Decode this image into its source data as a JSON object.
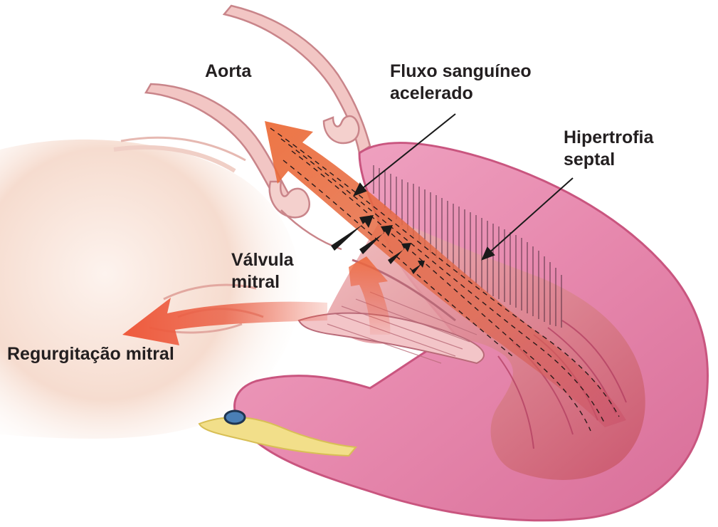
{
  "labels": {
    "aorta": "Aorta",
    "flow_line1": "Fluxo sanguíneo",
    "flow_line2": "acelerado",
    "septal_line1": "Hipertrofia",
    "septal_line2": "septal",
    "valve_line1": "Válvula",
    "valve_line2": "mitral",
    "regurg": "Regurgitação mitral"
  },
  "colors": {
    "text": "#231f20",
    "myocardium": "#ea93b4",
    "myocardium_dark": "#c9557f",
    "cavity": "#e7a3a8",
    "atrium": "#f7e4da",
    "aorta_wall": "#f2c6c4",
    "flow_arrow": "#e8683a",
    "regurg_arrow": "#e8553d",
    "fat": "#f2df8a",
    "vessel": "#4a7fb5"
  }
}
